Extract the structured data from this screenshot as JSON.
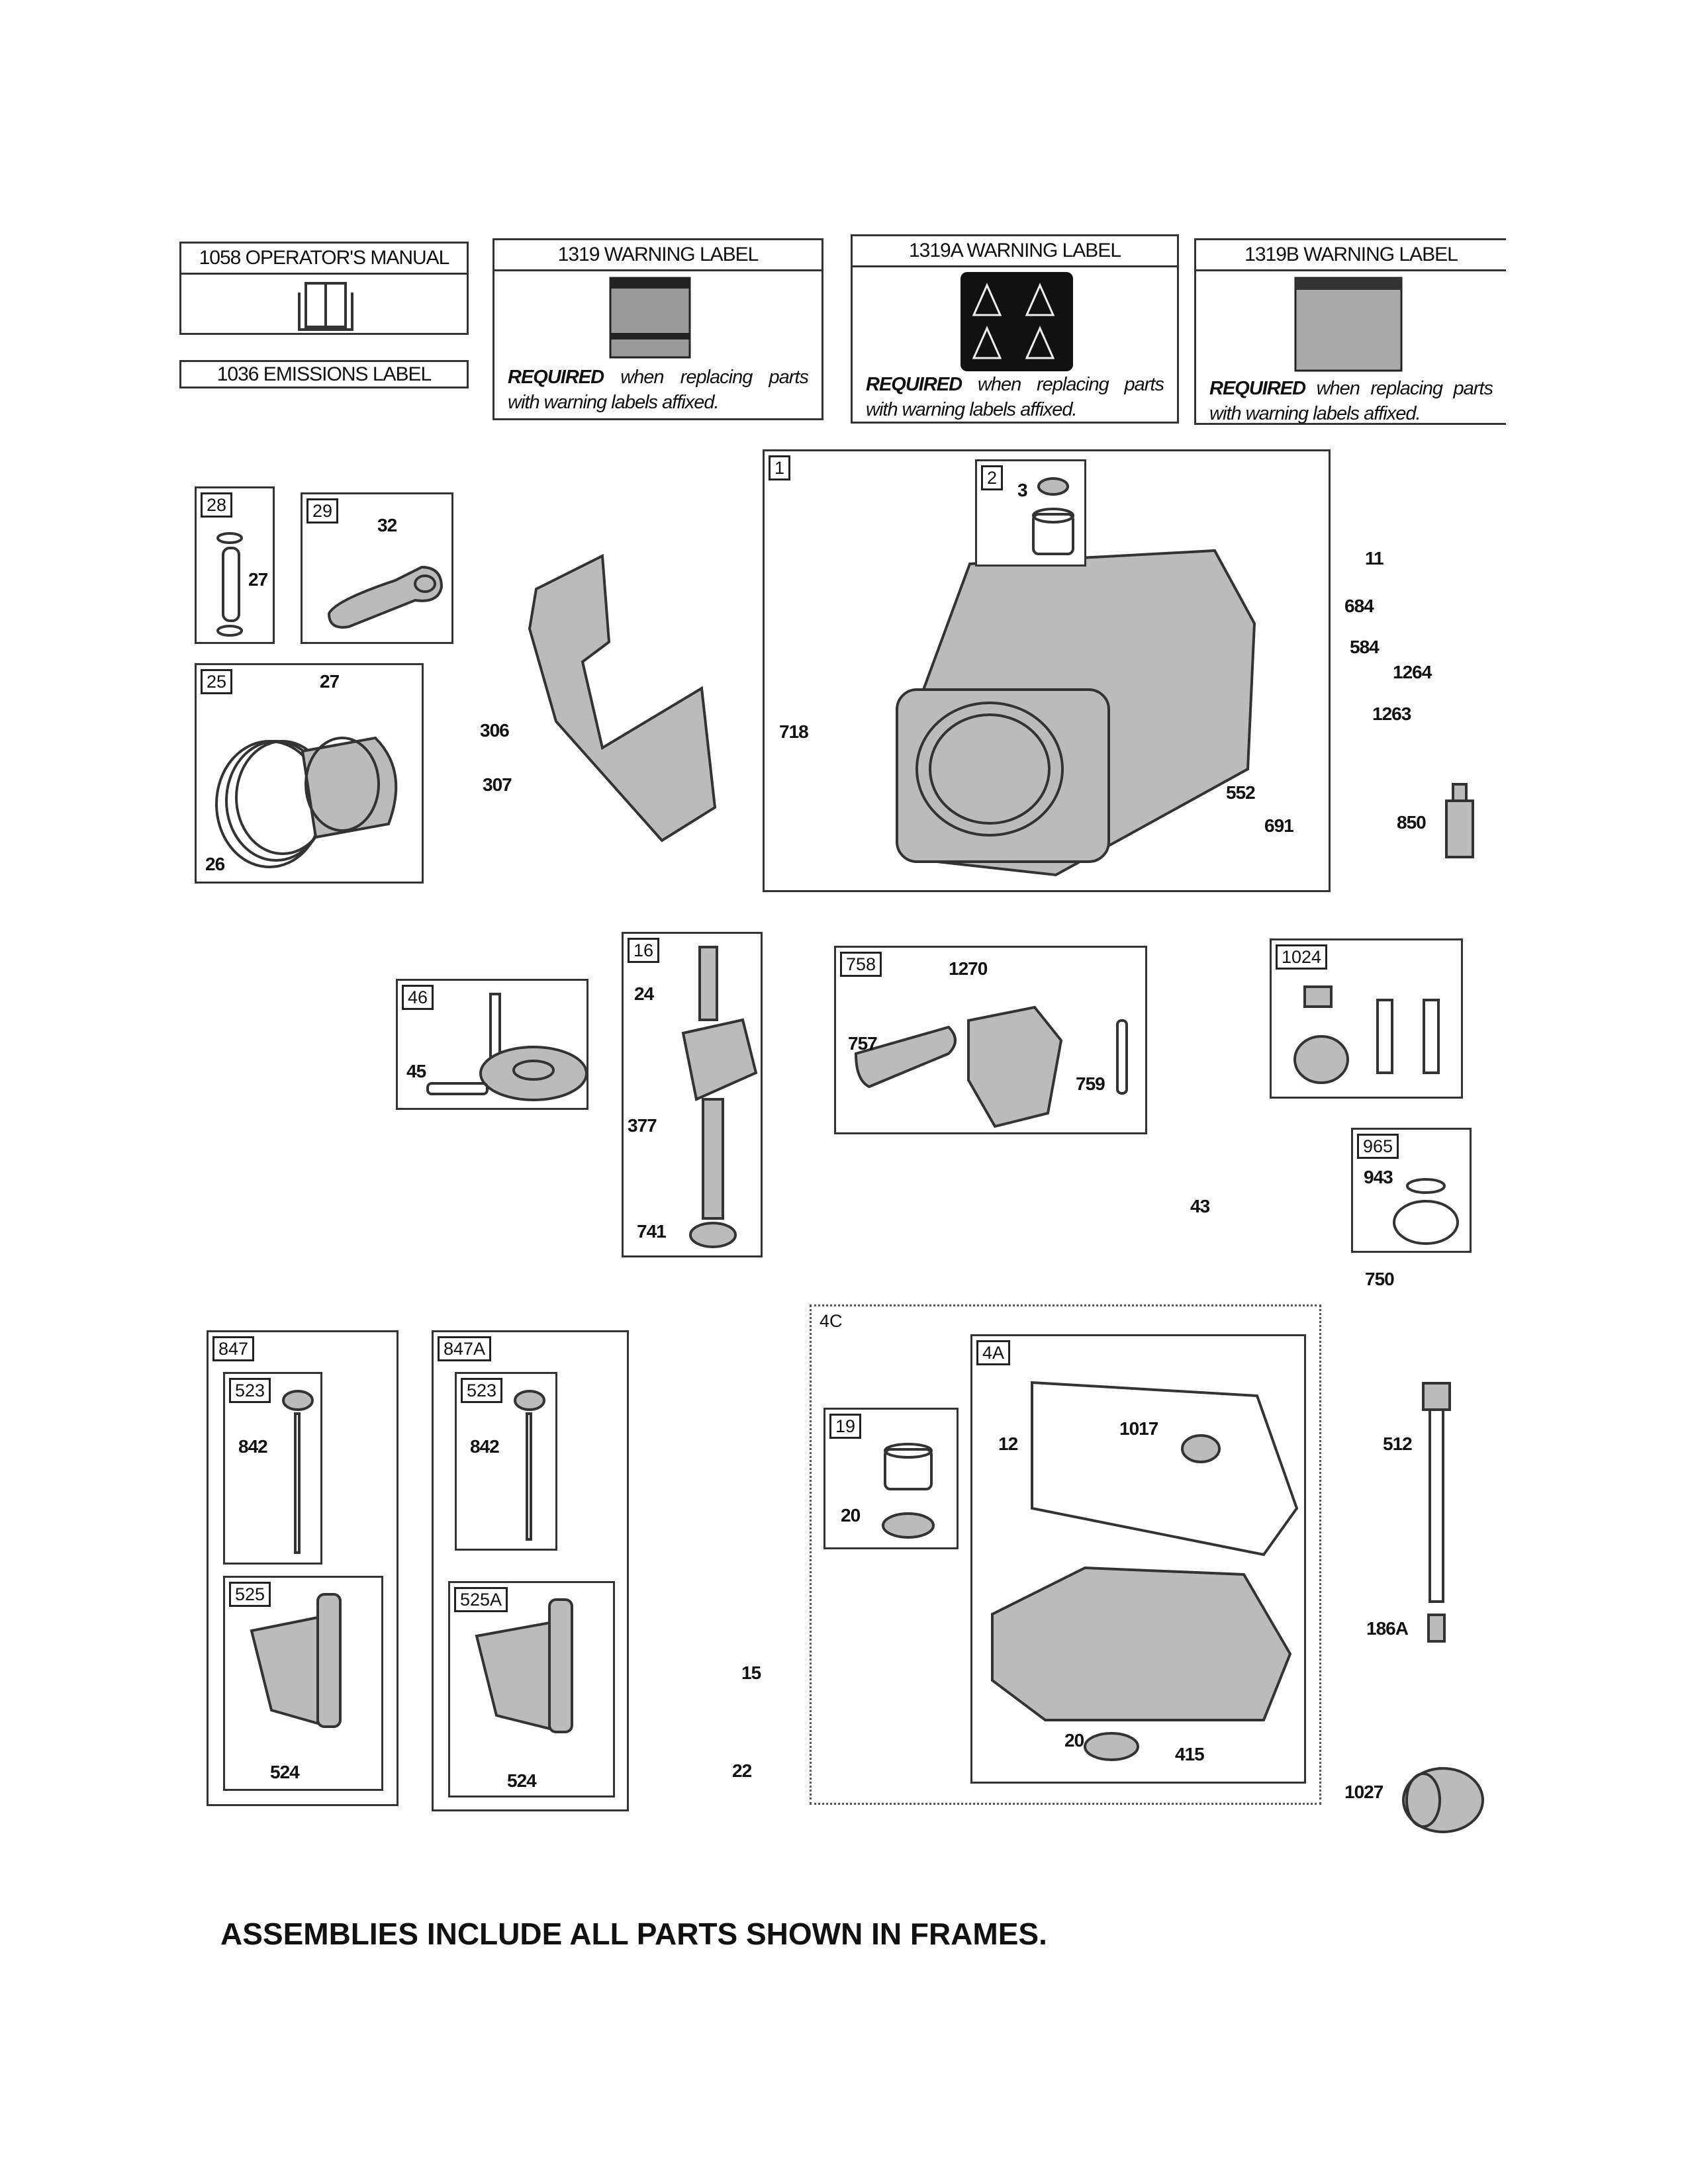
{
  "labels_top": {
    "operators_manual": "1058 OPERATOR'S MANUAL",
    "emissions_label": "1036 EMISSIONS LABEL",
    "warning_1319": "1319 WARNING LABEL",
    "warning_1319a": "1319A WARNING LABEL",
    "warning_1319b": "1319B WARNING LABEL",
    "required_word": "REQUIRED",
    "required_rest": "when replacing parts with warning labels affixed."
  },
  "frames": {
    "f28": "28",
    "f29": "29",
    "f25": "25",
    "f1": "1",
    "f2": "2",
    "f46": "46",
    "f16": "16",
    "f758": "758",
    "f1024": "1024",
    "f965": "965",
    "f847": "847",
    "f847_523": "523",
    "f525": "525",
    "f847a": "847A",
    "f847a_523": "523",
    "f525a": "525A",
    "f4c": "4C",
    "f19": "19",
    "f4a": "4A"
  },
  "callouts": [
    "27",
    "27",
    "32",
    "306",
    "307",
    "26",
    "3",
    "718",
    "552",
    "691",
    "11",
    "684",
    "584",
    "1264",
    "1263",
    "850",
    "24",
    "45",
    "1270",
    "757",
    "759",
    "377",
    "741",
    "43",
    "943",
    "750",
    "842",
    "524",
    "842",
    "524",
    "12",
    "1017",
    "20",
    "15",
    "22",
    "20",
    "415",
    "512",
    "186A",
    "1027"
  ],
  "footer": "ASSEMBLIES INCLUDE ALL PARTS SHOWN IN FRAMES."
}
